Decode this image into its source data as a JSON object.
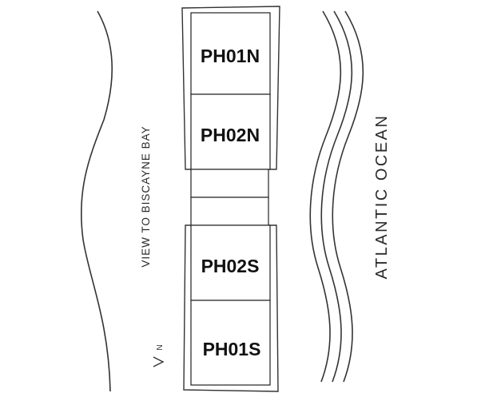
{
  "units": [
    {
      "id": "PH01N"
    },
    {
      "id": "PH02N"
    },
    {
      "id": "PH02S"
    },
    {
      "id": "PH01S"
    }
  ],
  "labels": {
    "bay_view": "VIEW TO BISCAYNE BAY",
    "ocean": "ATLANTIC OCEAN",
    "north_letter": "N"
  },
  "icons": {
    "north_arrow": "north-arrow-icon",
    "bay_shore": "shoreline-icon",
    "ocean_waves": "wave-lines-icon"
  },
  "colors": {
    "line": "#333333",
    "text": "#111111",
    "background": "#ffffff"
  }
}
